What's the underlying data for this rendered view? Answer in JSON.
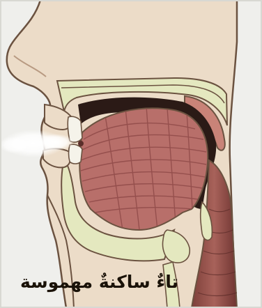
{
  "caption": "تاءٌ ساكنةٌ مهموسة",
  "colors": {
    "background": "#efefec",
    "skin": "#ecdcc8",
    "outline": "#6b5240",
    "bone": "#e4e8bf",
    "tongue": "#b86f6a",
    "tongue_stripe": "#8f4a48",
    "mouth_cavity": "#2b1a16",
    "throat": "#9c5a52",
    "teeth": "#f5f3ea",
    "air": "#ffffff",
    "caption_text": "#1a1208"
  },
  "icons": {
    "air_puff": "air-stream-puff",
    "tongue": "tongue-muscle",
    "teeth": "front-teeth"
  }
}
